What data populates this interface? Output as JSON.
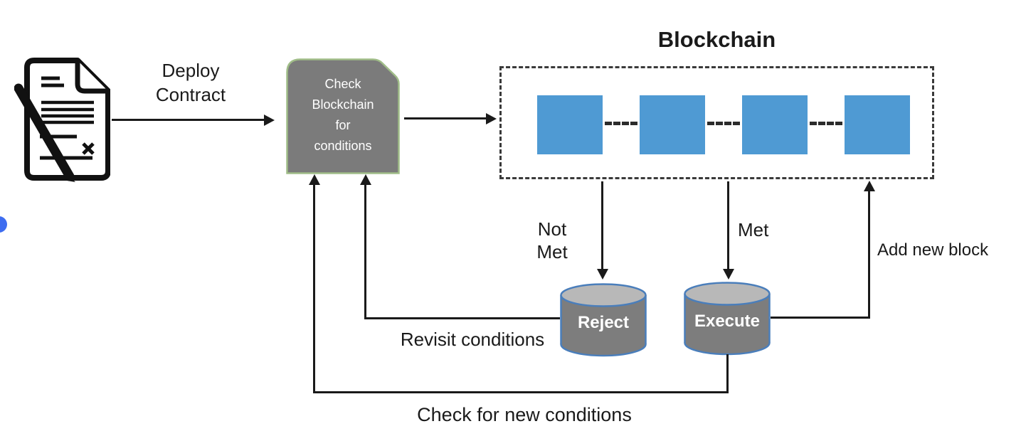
{
  "diagram": {
    "contract_icon": "signed-contract-icon",
    "deploy": {
      "line1": "Deploy",
      "line2": "Contract"
    },
    "check_node": {
      "line1": "Check",
      "line2": "Blockchain",
      "line3": "for",
      "line4": "conditions"
    },
    "blockchain": {
      "title": "Blockchain",
      "block_count": 4
    },
    "reject_node": {
      "label": "Reject"
    },
    "execute_node": {
      "label": "Execute"
    },
    "labels": {
      "not_met_line1": "Not",
      "not_met_line2": "Met",
      "met": "Met",
      "add_new_block": "Add new block",
      "revisit_conditions": "Revisit conditions",
      "check_for_new_conditions": "Check for new conditions"
    }
  },
  "colors": {
    "block_blue": "#4f9ad3",
    "node_gray": "#7b7b7b",
    "node_border": "#a0bd88",
    "cylinder_body": "#7d7d7d",
    "cylinder_top": "#b8b8b8",
    "cylinder_stroke": "#4a7ebb",
    "line": "#1a1a1a",
    "text": "#1a1a1a",
    "accent_blue": "#3e6df0"
  }
}
